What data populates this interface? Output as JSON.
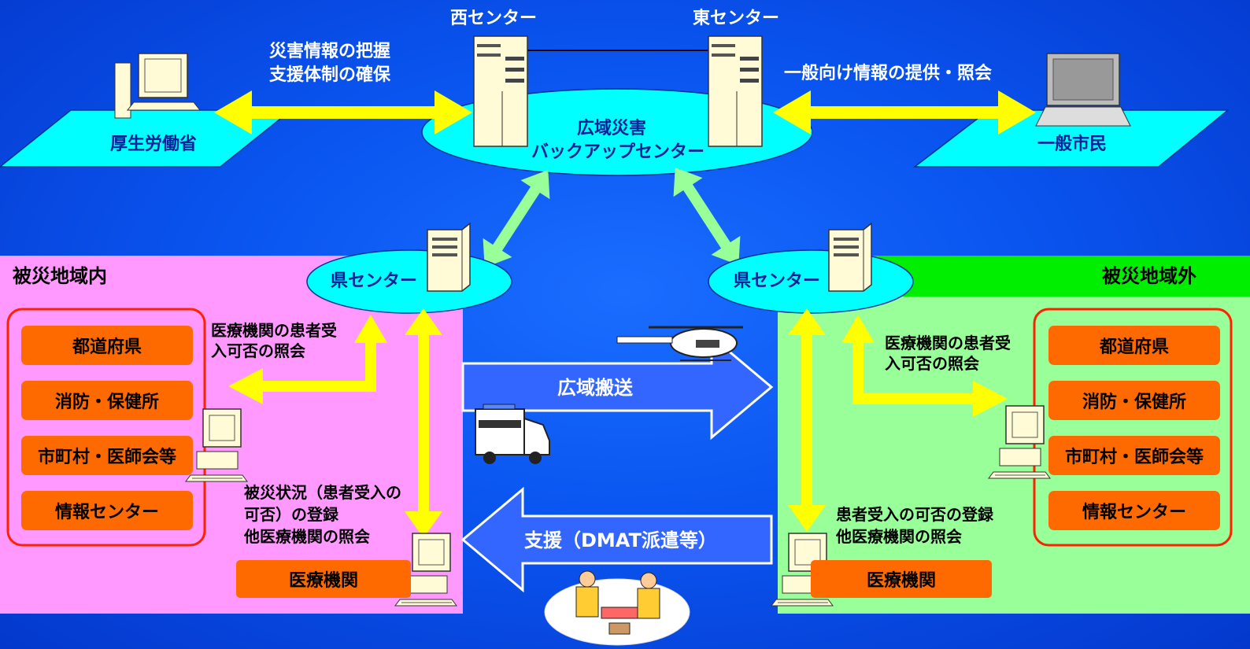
{
  "nodes": {
    "west_center": "西センター",
    "east_center": "東センター",
    "backup_center": [
      "広域災害",
      "バックアップセンター"
    ],
    "mhlw": "厚生労働省",
    "public": "一般市民",
    "pref_center_left": "県センター",
    "pref_center_right": "県センター",
    "medical_left": "医療機関",
    "medical_right": "医療機関"
  },
  "labels": {
    "grasp_support": [
      "災害情報の把握",
      "支援体制の確保"
    ],
    "public_info": "一般向け情報の提供・照会",
    "inquiry_left": [
      "医療機関の患者受",
      "入可否の照会"
    ],
    "inquiry_right": [
      "医療機関の患者受",
      "入可否の照会"
    ],
    "status_register": [
      "被災状況（患者受入の",
      "可否）の登録",
      "他医療機関の照会"
    ],
    "accept_register": [
      "患者受入の可否の登録",
      "他医療機関の照会"
    ],
    "wide_transport": "広域搬送",
    "support": "支援（DMAT派遣等）"
  },
  "regions": {
    "inside": "被災地域内",
    "outside": "被災地域外"
  },
  "org_boxes_left": [
    "都道府県",
    "消防・保健所",
    "市町村・医師会等",
    "情報センター"
  ],
  "org_boxes_right": [
    "都道府県",
    "消防・保健所",
    "市町村・医師会等",
    "情報センター"
  ],
  "colors": {
    "background": "#0a55f0",
    "inside_region": "#ff99ff",
    "outside_region": "#99ff99",
    "outside_header": "#00ee00",
    "ellipse": "#00ffff",
    "plane": "#00ffff",
    "org_box": "#ff6a00",
    "org_border": "#ff2200",
    "arrow_yellow": "#ffff00",
    "arrow_green": "#99ff99",
    "big_arrow": "#3366ff"
  }
}
